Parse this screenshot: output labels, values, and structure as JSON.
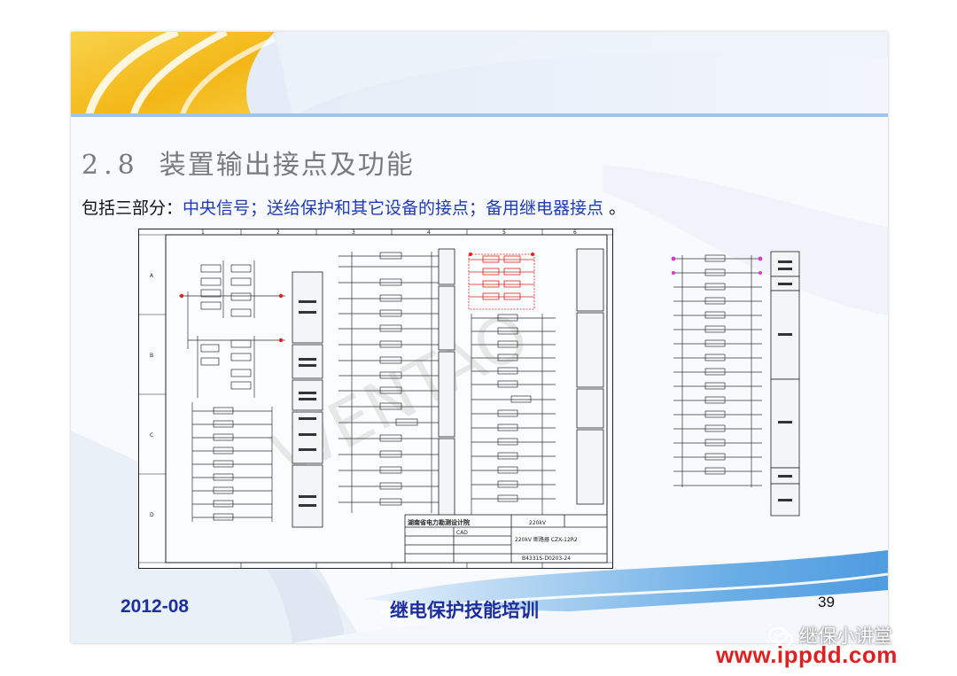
{
  "slide": {
    "section_number": "2.8",
    "title": "装置输出接点及功能",
    "subtitle_lead": "包括三部分：",
    "subtitle_items": "中央信号；送给保护和其它设备的接点；备用继电器接点",
    "subtitle_end": " 。",
    "footer_date": "2012-08",
    "footer_title": "继电保护技能培训",
    "page_number": "39"
  },
  "drawing": {
    "column_labels": [
      "1",
      "2",
      "3",
      "4",
      "5",
      "6"
    ],
    "row_labels": [
      "A",
      "B",
      "C",
      "D"
    ],
    "title_block": {
      "org": "湖南省电力勘测设计院",
      "voltage": "220kV",
      "drawing_title": "220kV 断路器 CZX-12R2",
      "drawing_no": "B4331S-D0203-24",
      "cad": "CAD"
    },
    "watermark": "WENTAO"
  },
  "watermark_overlay": {
    "wechat_account": "继保小讲堂",
    "site_url": "www.ippdd.com"
  },
  "colors": {
    "title_gray": "#7a7a7a",
    "highlight_blue": "#1d3bb3",
    "footer_blue": "#1b2e9c",
    "site_red": "#e02020",
    "circuit_red": "#e02020",
    "accent_yellow": "#f5c518"
  }
}
